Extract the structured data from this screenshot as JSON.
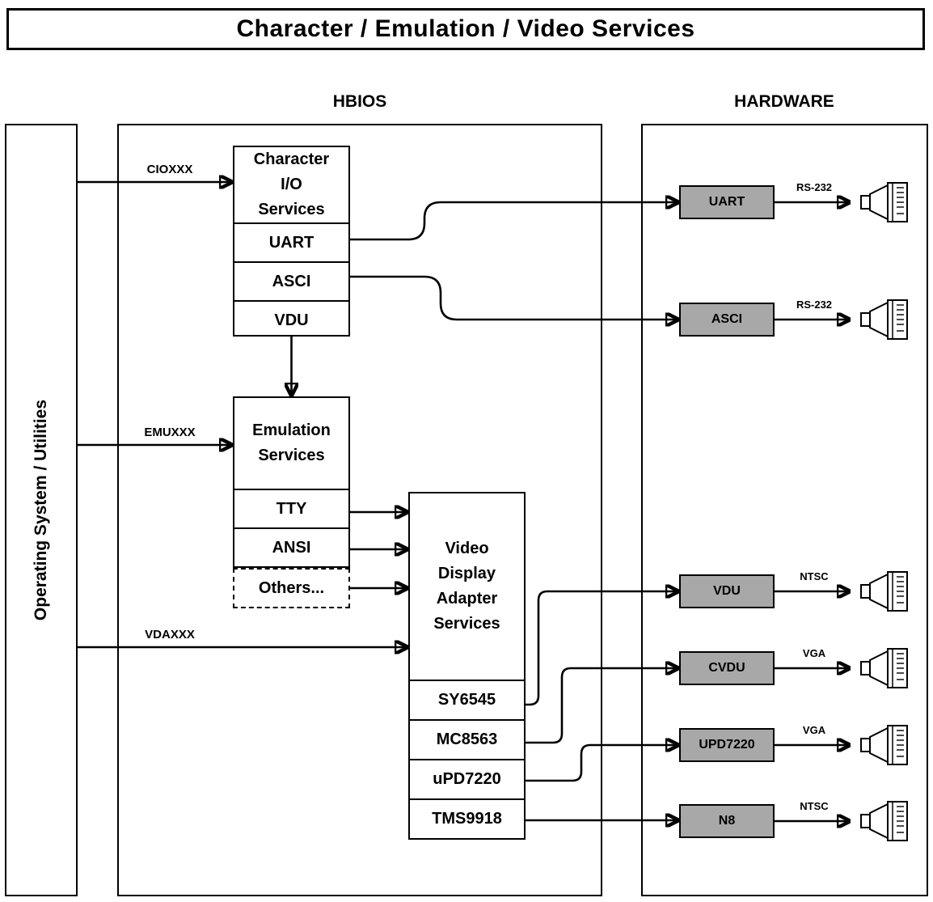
{
  "title": "Character / Emulation / Video Services",
  "sections": {
    "hbios_label": "HBIOS",
    "hardware_label": "HARDWARE",
    "os_label": "Operating System / Utilities"
  },
  "bus_labels": {
    "cio": "CIOXXX",
    "emu": "EMUXXX",
    "vda": "VDAXXX"
  },
  "char_io": {
    "header": "Character\nI/O\nServices",
    "rows": [
      "UART",
      "ASCI",
      "VDU"
    ]
  },
  "emulation": {
    "header": "Emulation\nServices",
    "rows": [
      "TTY",
      "ANSI"
    ],
    "others": "Others..."
  },
  "vda": {
    "header": "Video\nDisplay\nAdapter\nServices",
    "rows": [
      "SY6545",
      "MC8563",
      "uPD7220",
      "TMS9918"
    ]
  },
  "hardware": [
    {
      "label": "UART",
      "signal": "RS-232"
    },
    {
      "label": "ASCI",
      "signal": "RS-232"
    },
    {
      "label": "VDU",
      "signal": "NTSC"
    },
    {
      "label": "CVDU",
      "signal": "VGA"
    },
    {
      "label": "UPD7220",
      "signal": "VGA"
    },
    {
      "label": "N8",
      "signal": "NTSC"
    }
  ],
  "colors": {
    "line": "#000000",
    "hardware_box_fill": "#a8a8a8",
    "background": "#ffffff"
  }
}
